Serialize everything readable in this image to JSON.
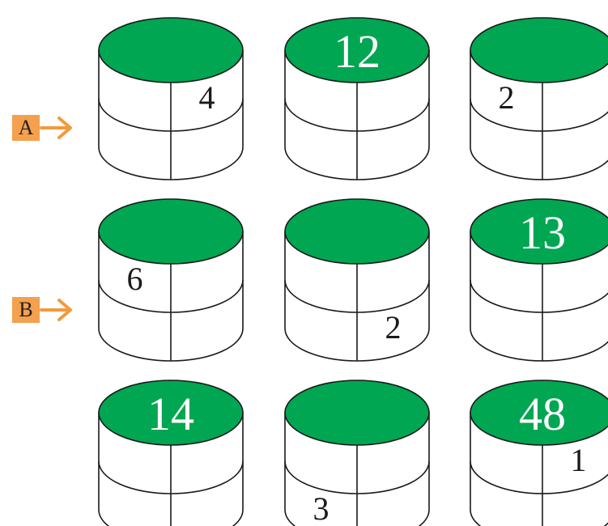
{
  "row_labels": [
    "A",
    "B"
  ],
  "colors": {
    "lid": "#00a651",
    "stroke": "#1a1a1a",
    "label_box": "#f4a04e",
    "arrow": "#f39a3c",
    "top_text": "#ffffff",
    "cell_text": "#1a1a1a"
  },
  "cylinders": [
    {
      "top": "",
      "cells": {
        "tl": "",
        "tr": "4",
        "bl": "",
        "br": ""
      }
    },
    {
      "top": "12",
      "cells": {
        "tl": "",
        "tr": "",
        "bl": "",
        "br": ""
      }
    },
    {
      "top": "",
      "cells": {
        "tl": "2",
        "tr": "",
        "bl": "",
        "br": ""
      }
    },
    {
      "top": "",
      "cells": {
        "tl": "6",
        "tr": "",
        "bl": "",
        "br": ""
      }
    },
    {
      "top": "",
      "cells": {
        "tl": "",
        "tr": "",
        "bl": "",
        "br": "2"
      }
    },
    {
      "top": "13",
      "cells": {
        "tl": "",
        "tr": "",
        "bl": "",
        "br": ""
      }
    },
    {
      "top": "14",
      "cells": {
        "tl": "",
        "tr": "",
        "bl": "",
        "br": ""
      }
    },
    {
      "top": "",
      "cells": {
        "tl": "",
        "tr": "",
        "bl": "3",
        "br": ""
      }
    },
    {
      "top": "48",
      "cells": {
        "tl": "",
        "tr": "1",
        "bl": "",
        "br": ""
      }
    }
  ]
}
